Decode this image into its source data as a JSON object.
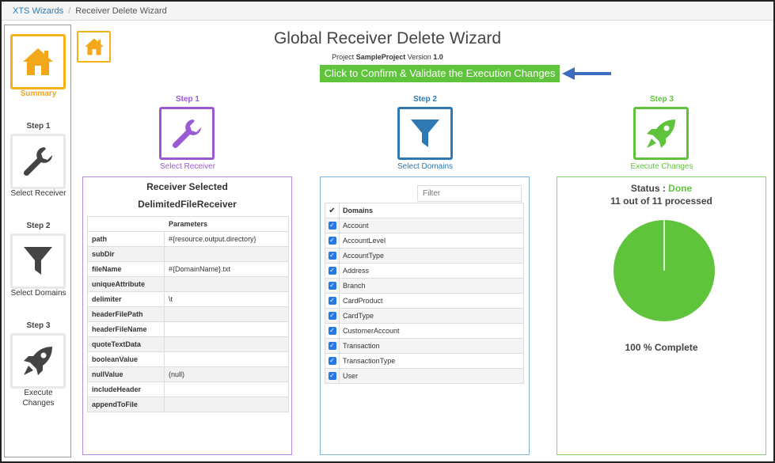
{
  "breadcrumb": {
    "root": "XTS Wizards",
    "separator": "/",
    "current": "Receiver Delete Wizard"
  },
  "sidebar": {
    "summary_label": "Summary",
    "steps": [
      {
        "step": "Step 1",
        "label": "Select Receiver",
        "icon": "wrench-icon"
      },
      {
        "step": "Step 2",
        "label": "Select Domains",
        "icon": "filter-icon"
      },
      {
        "step": "Step 3",
        "label_line1": "Execute",
        "label_line2": "Changes",
        "icon": "rocket-icon"
      }
    ]
  },
  "header": {
    "title": "Global Receiver Delete Wizard",
    "project_prefix": "Project",
    "project_name": "SampleProject",
    "version_prefix": "Version",
    "version": "1.0",
    "confirm_button": "Click to Confirm & Validate the Execution Changes"
  },
  "steps": [
    {
      "step": "Step 1",
      "caption": "Select Receiver",
      "color": "#9b59d6"
    },
    {
      "step": "Step 2",
      "caption": "Select Domains",
      "color": "#2e79b3"
    },
    {
      "step": "Step 3",
      "caption": "Execute Changes",
      "color": "#5fc33b"
    }
  ],
  "receiver_panel": {
    "title": "Receiver Selected",
    "name": "DelimitedFileReceiver",
    "params_header": "Parameters",
    "params": [
      {
        "key": "path",
        "value": "#{resource.output.directory}"
      },
      {
        "key": "subDir",
        "value": ""
      },
      {
        "key": "fileName",
        "value": "#{DomainName}.txt"
      },
      {
        "key": "uniqueAttribute",
        "value": ""
      },
      {
        "key": "delimiter",
        "value": "\\t"
      },
      {
        "key": "headerFilePath",
        "value": ""
      },
      {
        "key": "headerFileName",
        "value": ""
      },
      {
        "key": "quoteTextData",
        "value": ""
      },
      {
        "key": "booleanValue",
        "value": ""
      },
      {
        "key": "nullValue",
        "value": "(null)"
      },
      {
        "key": "includeHeader",
        "value": ""
      },
      {
        "key": "appendToFile",
        "value": ""
      }
    ]
  },
  "domains_panel": {
    "filter_placeholder": "Filter",
    "header": "Domains",
    "header_check": "✔",
    "items": [
      "Account",
      "AccountLevel",
      "AccountType",
      "Address",
      "Branch",
      "CardProduct",
      "CardType",
      "CustomerAccount",
      "Transaction",
      "TransactionType",
      "User"
    ]
  },
  "execute_panel": {
    "status_label": "Status :",
    "status_value": "Done",
    "processed_text": "11 out of 11 processed",
    "processed": 11,
    "total": 11,
    "complete_text": "100 % Complete",
    "pie_color": "#5fc33b"
  }
}
